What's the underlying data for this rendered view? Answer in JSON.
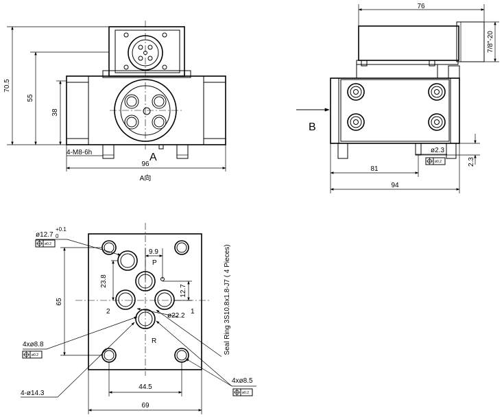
{
  "front_view": {
    "dim_height_total": "70.5",
    "dim_height_mid": "55",
    "dim_height_low": "38",
    "thread_note": "4-M8-6h",
    "dim_width": "96",
    "view_arrow_letter": "A",
    "view_direction_label": "A向"
  },
  "side_view": {
    "dim_top_width": "76",
    "dim_coil_offset": "7/8\"-20",
    "view_arrow_letter": "B",
    "dim_pin_dia": "ø2.3",
    "pin_tolerance_value": "ø0.2",
    "dim_pin_height": "2.3",
    "dim_pin_position": "81",
    "dim_body_width": "94"
  },
  "bottom_view": {
    "bore_dia_main": "ø12.7",
    "bore_dia_tol_upper": "+0.1",
    "bore_dia_tol_lower": "0",
    "bore_tolerance_value": "ø0.2",
    "dim_pin_offset_x": "9.9",
    "port_p_label": "P",
    "dim_pin_offset_y": "23.8",
    "dim_port_spacing": "12.7",
    "port_2_label": "2",
    "port_1_label": "1",
    "dim_circle_dia": "ø22.2",
    "port_r_label": "R",
    "dim_mount_height": "65",
    "seal_note": "Seal Ring 3S10.8x1.8-J7 ( 4 Pieces)",
    "mount_hole_note": "4xø8.8",
    "mount_tolerance_value": "ø0.2",
    "counterbore_note": "4-ø14.3",
    "dim_mount_spacing": "44.5",
    "dim_body_width": "69",
    "port_hole_note": "4xø8.5",
    "port_tolerance_value": "ø0.2"
  }
}
